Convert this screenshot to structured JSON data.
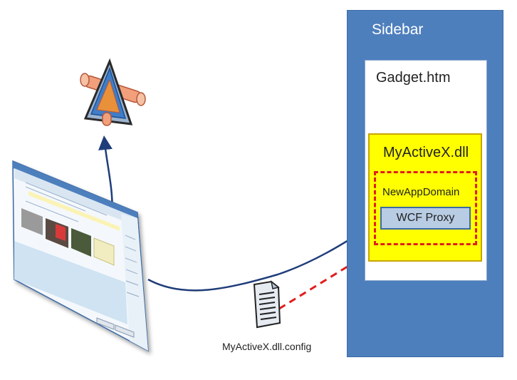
{
  "sidebar": {
    "title": "Sidebar"
  },
  "gadget": {
    "title": "Gadget.htm"
  },
  "activex": {
    "title": "MyActiveX.dll"
  },
  "app_domain": {
    "title": "NewAppDomain"
  },
  "proxy": {
    "label": "WCF Proxy"
  },
  "config_file": {
    "label": "MyActiveX.dll.config"
  },
  "icons": {
    "service": "wcf-service-icon",
    "document": "config-document-icon",
    "window": "application-window-screenshot"
  },
  "colors": {
    "sidebar": "#4e7fbd",
    "activex": "#ffff00",
    "dashed_border": "#e01e1e",
    "proxy": "#b8cce4",
    "connector": "#1f3d7a"
  }
}
